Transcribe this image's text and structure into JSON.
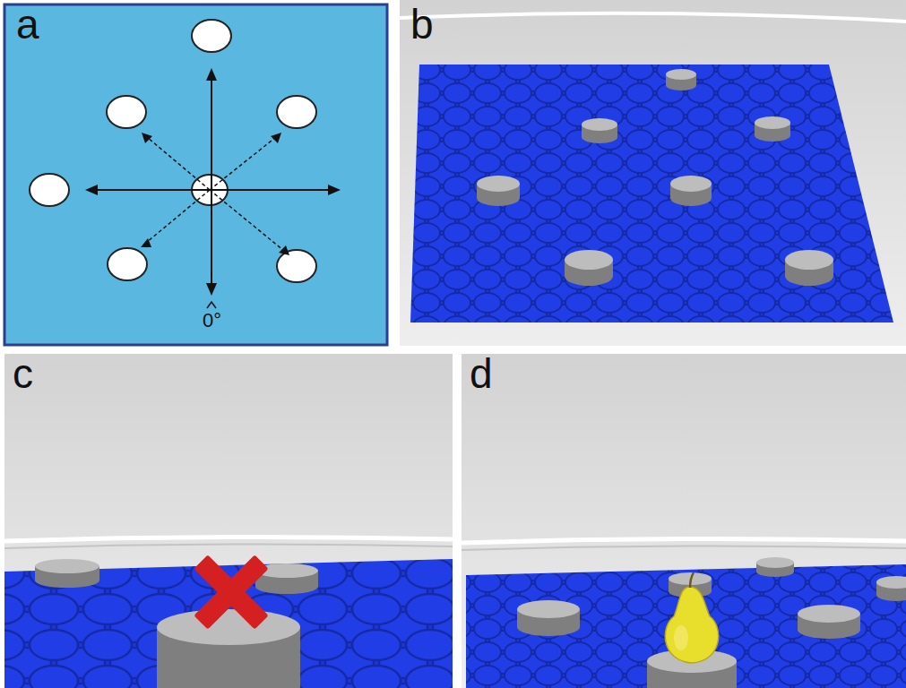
{
  "diagram": {
    "labels": [
      "a",
      "b",
      "c",
      "d",
      "0°"
    ]
  }
}
